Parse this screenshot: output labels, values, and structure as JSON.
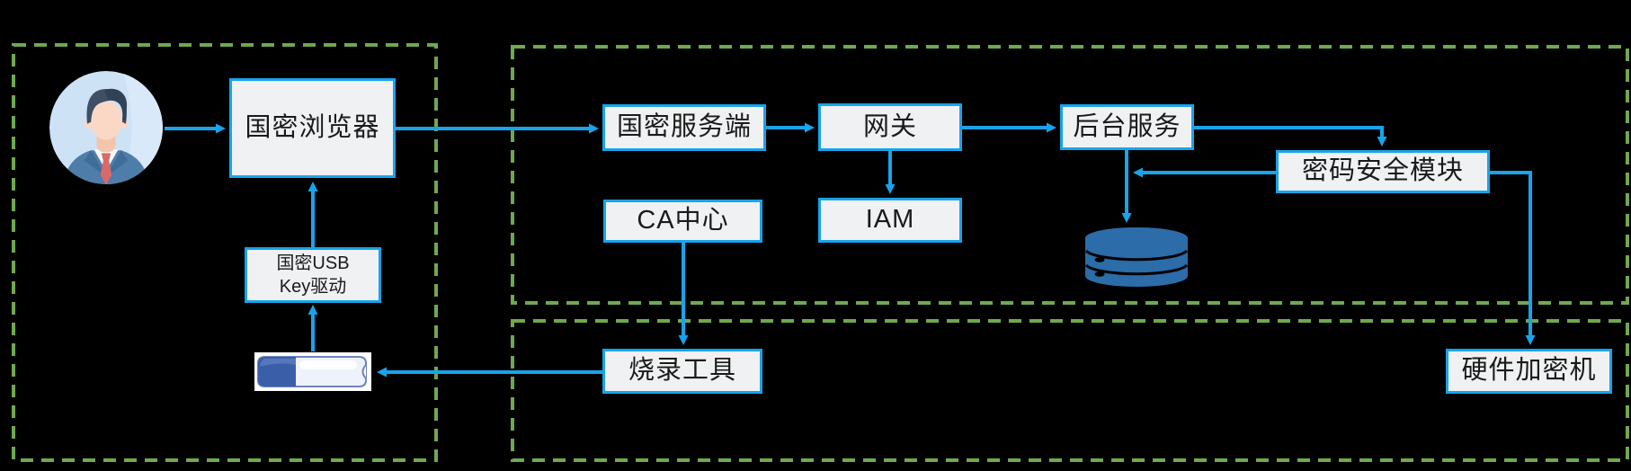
{
  "nodes": {
    "browser": {
      "label": "国密浏览器"
    },
    "usb_driver": {
      "line1": "国密USB",
      "line2": "Key驱动"
    },
    "server": {
      "label": "国密服务端"
    },
    "gateway": {
      "label": "网关"
    },
    "iam": {
      "label": "IAM"
    },
    "ca": {
      "label": "CA中心"
    },
    "backend": {
      "label": "后台服务"
    },
    "security_module": {
      "label": "密码安全模块"
    },
    "burn_tool": {
      "label": "烧录工具"
    },
    "hsm": {
      "label": "硬件加密机"
    }
  },
  "icons": {
    "user": "user-avatar-icon",
    "usb": "usb-key-icon",
    "database": "database-icon"
  },
  "colors": {
    "background": "#000000",
    "arrow_blue": "#18A4EA",
    "region_green": "#70A84E",
    "node_fill": "#F0F1F3",
    "node_border": "#18A4EA",
    "text": "#1A1A1A",
    "database_blue": "#2B6CA9",
    "usb_cap_blue": "#3B5EA9",
    "avatar_bg": "#CEE2F6"
  }
}
